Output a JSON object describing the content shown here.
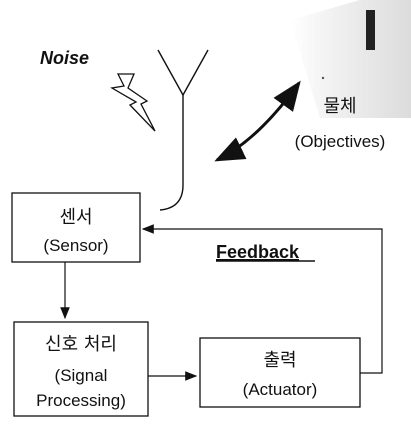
{
  "labels": {
    "noise": "Noise",
    "object_kr": "물체",
    "object_en": "(Objectives)",
    "sensor_kr": "센서",
    "sensor_en": "(Sensor)",
    "feedback": "Feedback",
    "signal_kr": "신호 처리",
    "signal_en1": "(Signal",
    "signal_en2": "Processing)",
    "actuator_kr": "출력",
    "actuator_en": "(Actuator)"
  },
  "icons": {
    "noise": "lightning-bolt-icon",
    "antenna": "antenna-icon",
    "object": "object-block-icon"
  }
}
